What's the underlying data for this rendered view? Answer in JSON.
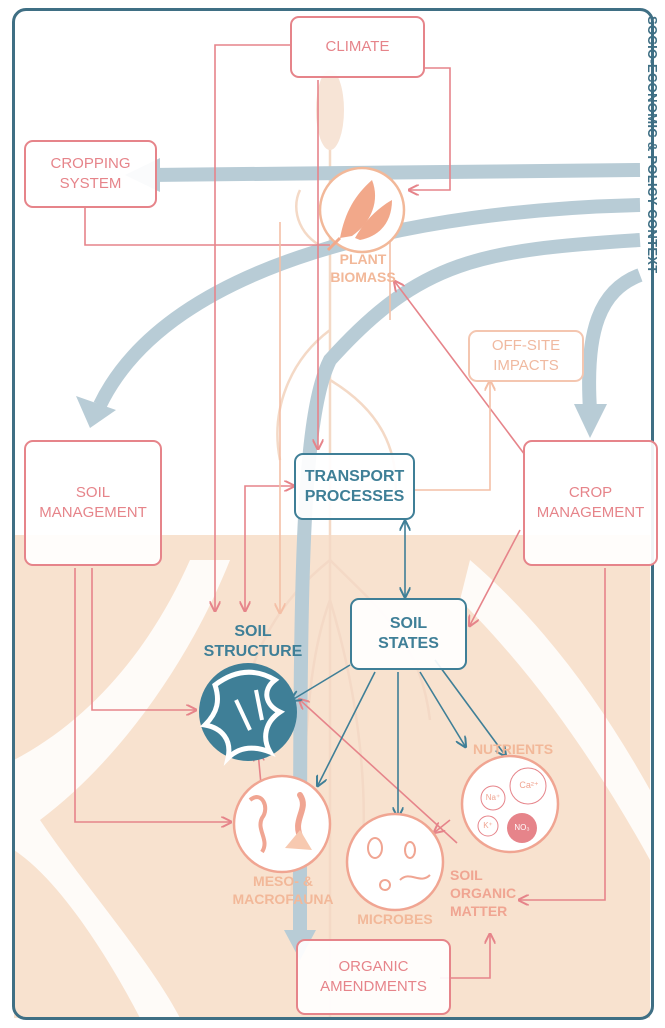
{
  "side_title": "SOCIO-ECONOMIC & POLICY CONTEXT",
  "boxes": {
    "climate": "CLIMATE",
    "cropping_system": "CROPPING\nSYSTEM",
    "off_site_impacts": "OFF-SITE\nIMPACTS",
    "soil_management": "SOIL\nMANAGEMENT",
    "crop_management": "CROP\nMANAGEMENT",
    "transport_processes": "TRANSPORT\nPROCESSES",
    "soil_states": "SOIL\nSTATES",
    "organic_amendments": "ORGANIC\nAMENDMENTS"
  },
  "labels": {
    "plant_biomass": "PLANT\nBIOMASS",
    "soil_structure": "SOIL\nSTRUCTURE",
    "nutrients": "NUTRIENTS",
    "meso_macrofauna": "MESO- &\nMACROFAUNA",
    "microbes": "MICROBES",
    "soil_organic_matter": "SOIL\nORGANIC\nMATTER"
  },
  "nutrient_ions": [
    "Ca²⁺",
    "Na⁺",
    "K⁺",
    "NO₃"
  ],
  "colors": {
    "frame": "#3f6f84",
    "coral": "#e6848a",
    "soil_blue": "#3f7f97",
    "peach": "#f2b899",
    "soil_background": "#f8e2cf",
    "policy_arrows": "#b8ccd6"
  },
  "icons": {
    "plant_biomass": "wheat-ear-icon",
    "soil_structure": "soil-pore-icon",
    "nutrients": "nutrient-ions-icon",
    "meso_macrofauna": "earthworm-mite-icon",
    "microbes": "microbe-icon"
  }
}
